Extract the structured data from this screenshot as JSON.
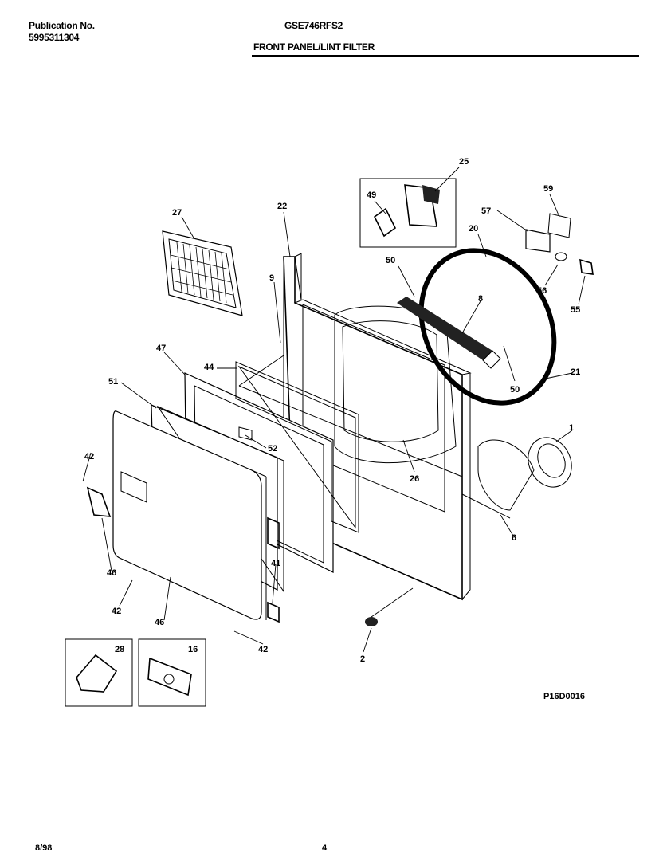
{
  "header": {
    "publication_label": "Publication No.",
    "publication_number": "5995311304",
    "model": "GSE746RFS2",
    "section_title": "FRONT PANEL/LINT FILTER"
  },
  "diagram": {
    "parts": [
      {
        "id": "p27",
        "label": "27"
      },
      {
        "id": "p22",
        "label": "22"
      },
      {
        "id": "p9",
        "label": "9"
      },
      {
        "id": "p25",
        "label": "25"
      },
      {
        "id": "p49",
        "label": "49"
      },
      {
        "id": "p59",
        "label": "59"
      },
      {
        "id": "p57",
        "label": "57"
      },
      {
        "id": "p20",
        "label": "20"
      },
      {
        "id": "p50a",
        "label": "50"
      },
      {
        "id": "p8",
        "label": "8"
      },
      {
        "id": "p56",
        "label": "56"
      },
      {
        "id": "p55",
        "label": "55"
      },
      {
        "id": "p47",
        "label": "47"
      },
      {
        "id": "p44",
        "label": "44"
      },
      {
        "id": "p50b",
        "label": "50"
      },
      {
        "id": "p21",
        "label": "21"
      },
      {
        "id": "p51",
        "label": "51"
      },
      {
        "id": "p1",
        "label": "1"
      },
      {
        "id": "p42a",
        "label": "42"
      },
      {
        "id": "p52",
        "label": "52"
      },
      {
        "id": "p26",
        "label": "26"
      },
      {
        "id": "p6",
        "label": "6"
      },
      {
        "id": "p46a",
        "label": "46"
      },
      {
        "id": "p41",
        "label": "41"
      },
      {
        "id": "p42b",
        "label": "42"
      },
      {
        "id": "p46b",
        "label": "46"
      },
      {
        "id": "p42c",
        "label": "42"
      },
      {
        "id": "p2",
        "label": "2"
      },
      {
        "id": "p28",
        "label": "28"
      },
      {
        "id": "p16",
        "label": "16"
      }
    ],
    "drawing_code": "P16D0016"
  },
  "footer": {
    "date": "8/98",
    "page": "4"
  }
}
